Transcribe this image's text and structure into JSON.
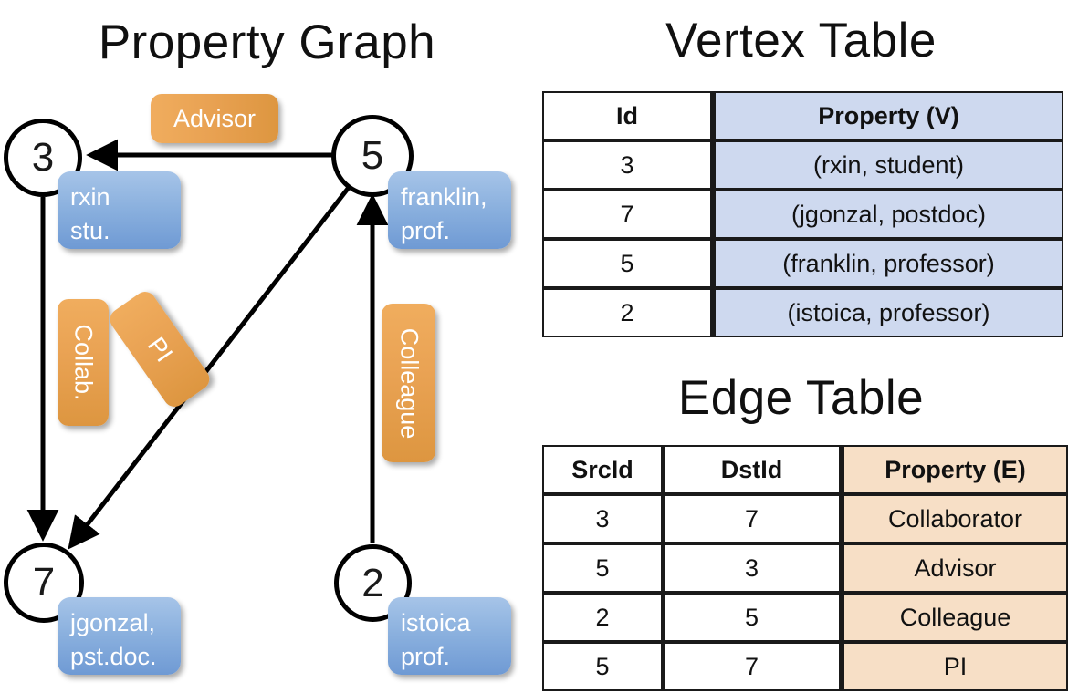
{
  "titles": {
    "property_graph": "Property Graph",
    "vertex_table": "Vertex Table",
    "edge_table": "Edge Table"
  },
  "colors": {
    "vertex_property_fill": "#ced9ef",
    "edge_property_fill": "#f7dfc6",
    "vertex_box_fill": "#8ab0de",
    "edge_label_fill": "#e9a253",
    "stroke": "#000000"
  },
  "graph": {
    "nodes": [
      {
        "id": "3",
        "property_lines": [
          "rxin",
          "stu."
        ]
      },
      {
        "id": "5",
        "property_lines": [
          "franklin,",
          "prof."
        ]
      },
      {
        "id": "7",
        "property_lines": [
          "jgonzal,",
          "pst.doc."
        ]
      },
      {
        "id": "2",
        "property_lines": [
          "istoica",
          "prof."
        ]
      }
    ],
    "edge_labels": [
      {
        "text": "Advisor",
        "orientation": "horizontal"
      },
      {
        "text": "Collab.",
        "orientation": "vertical"
      },
      {
        "text": "PI",
        "orientation": "diagonal"
      },
      {
        "text": "Colleague",
        "orientation": "vertical"
      }
    ]
  },
  "vertex_table": {
    "headers": [
      "Id",
      "Property (V)"
    ],
    "rows": [
      {
        "id": "3",
        "property": "(rxin, student)"
      },
      {
        "id": "7",
        "property": "(jgonzal, postdoc)"
      },
      {
        "id": "5",
        "property": "(franklin, professor)"
      },
      {
        "id": "2",
        "property": "(istoica, professor)"
      }
    ]
  },
  "edge_table": {
    "headers": [
      "SrcId",
      "DstId",
      "Property (E)"
    ],
    "rows": [
      {
        "src": "3",
        "dst": "7",
        "property": "Collaborator"
      },
      {
        "src": "5",
        "dst": "3",
        "property": "Advisor"
      },
      {
        "src": "2",
        "dst": "5",
        "property": "Colleague"
      },
      {
        "src": "5",
        "dst": "7",
        "property": "PI"
      }
    ]
  }
}
